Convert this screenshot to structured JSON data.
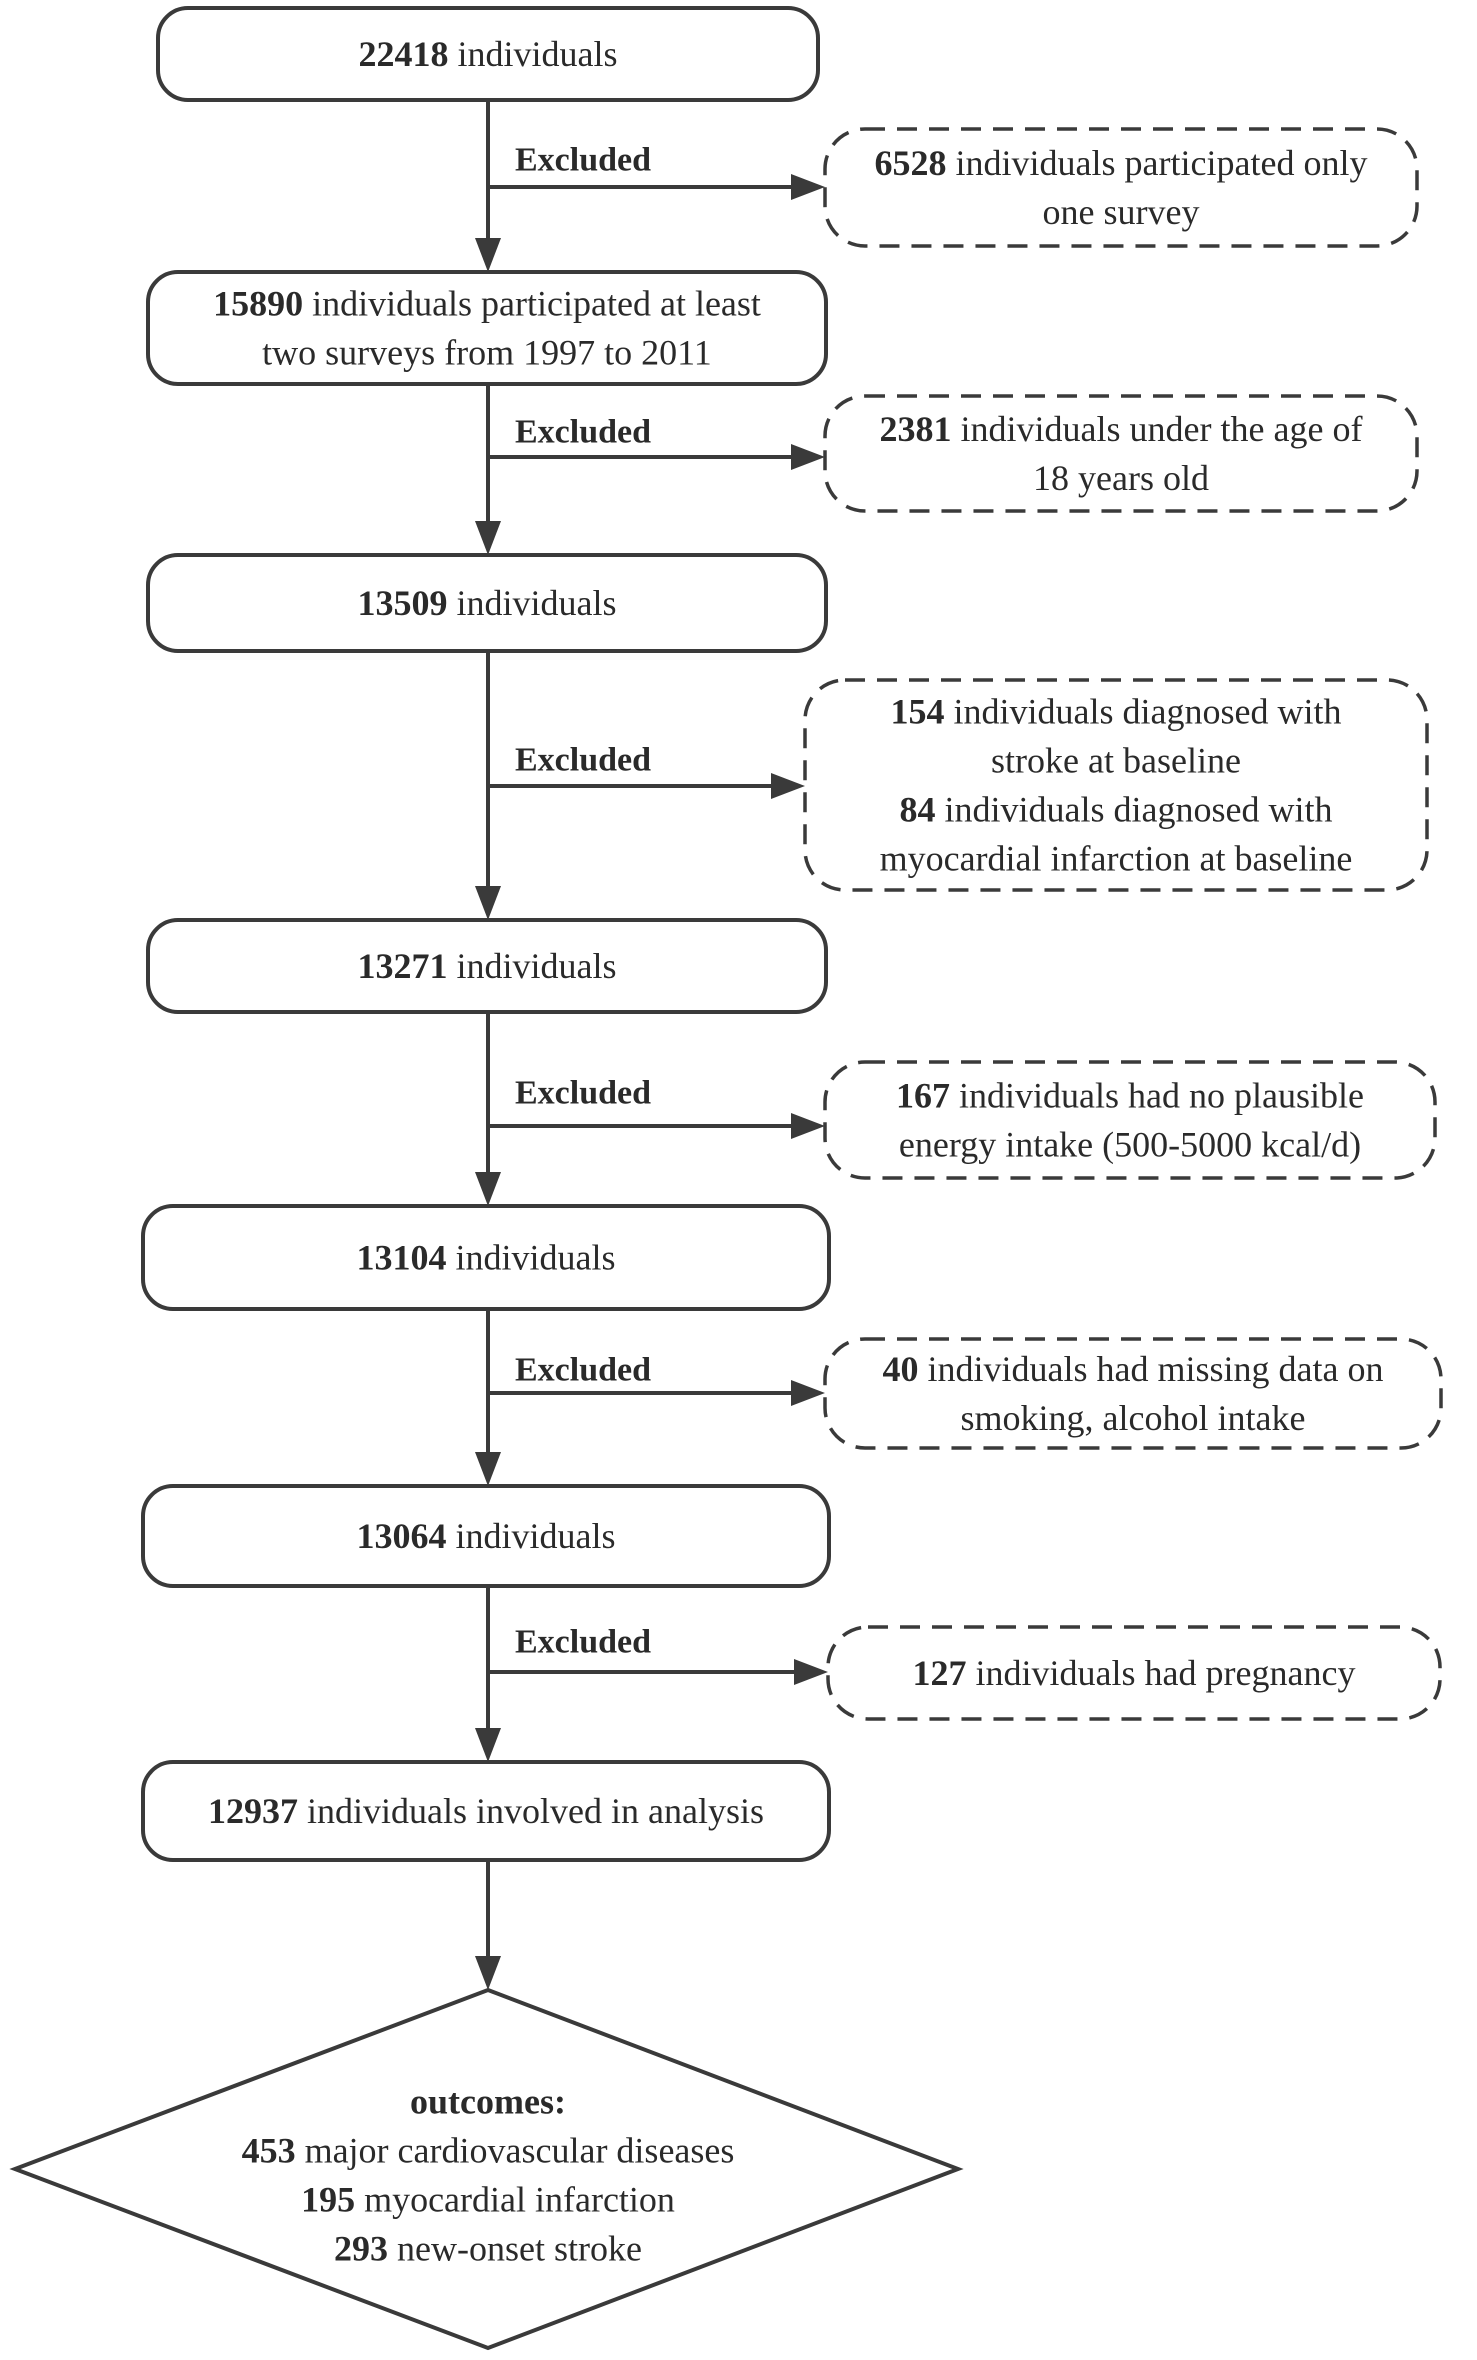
{
  "main_boxes": [
    {
      "id": "m1",
      "lines": [
        [
          {
            "b": "22418"
          },
          {
            "t": " individuals"
          }
        ]
      ]
    },
    {
      "id": "m2",
      "lines": [
        [
          {
            "b": "15890"
          },
          {
            "t": " individuals participated at least"
          }
        ],
        [
          {
            "t": "two surveys from 1997 to 2011"
          }
        ]
      ]
    },
    {
      "id": "m3",
      "lines": [
        [
          {
            "b": "13509"
          },
          {
            "t": " individuals"
          }
        ]
      ]
    },
    {
      "id": "m4",
      "lines": [
        [
          {
            "b": "13271"
          },
          {
            "t": " individuals"
          }
        ]
      ]
    },
    {
      "id": "m5",
      "lines": [
        [
          {
            "b": "13104"
          },
          {
            "t": " individuals"
          }
        ]
      ]
    },
    {
      "id": "m6",
      "lines": [
        [
          {
            "b": "13064"
          },
          {
            "t": " individuals"
          }
        ]
      ]
    },
    {
      "id": "m7",
      "lines": [
        [
          {
            "b": "12937"
          },
          {
            "t": " individuals involved in analysis"
          }
        ]
      ]
    }
  ],
  "exclusions": [
    {
      "label": "Excluded",
      "lines": [
        [
          {
            "b": "6528"
          },
          {
            "t": " individuals participated only"
          }
        ],
        [
          {
            "t": "one survey"
          }
        ]
      ]
    },
    {
      "label": "Excluded",
      "lines": [
        [
          {
            "b": "2381"
          },
          {
            "t": " individuals under the age of"
          }
        ],
        [
          {
            "t": "18 years old"
          }
        ]
      ]
    },
    {
      "label": "Excluded",
      "lines": [
        [
          {
            "b": "154"
          },
          {
            "t": " individuals diagnosed with"
          }
        ],
        [
          {
            "t": "stroke at baseline"
          }
        ],
        [
          {
            "b": "84"
          },
          {
            "t": " individuals diagnosed with"
          }
        ],
        [
          {
            "t": "myocardial infarction at baseline"
          }
        ]
      ]
    },
    {
      "label": "Excluded",
      "lines": [
        [
          {
            "b": "167"
          },
          {
            "t": " individuals had no plausible"
          }
        ],
        [
          {
            "t": "energy intake (500-5000 kcal/d)"
          }
        ]
      ]
    },
    {
      "label": "Excluded",
      "lines": [
        [
          {
            "b": "40"
          },
          {
            "t": " individuals had missing data on"
          }
        ],
        [
          {
            "t": "smoking, alcohol intake"
          }
        ]
      ]
    },
    {
      "label": "Excluded",
      "lines": [
        [
          {
            "b": "127"
          },
          {
            "t": " individuals had pregnancy"
          }
        ]
      ]
    }
  ],
  "outcomes": {
    "lines": [
      [
        {
          "b": "outcomes:"
        }
      ],
      [
        {
          "b": "453"
        },
        {
          "t": " major cardiovascular diseases"
        }
      ],
      [
        {
          "b": "195"
        },
        {
          "t": " myocardial infarction"
        }
      ],
      [
        {
          "b": "293"
        },
        {
          "t": " new-onset stroke"
        }
      ]
    ]
  }
}
